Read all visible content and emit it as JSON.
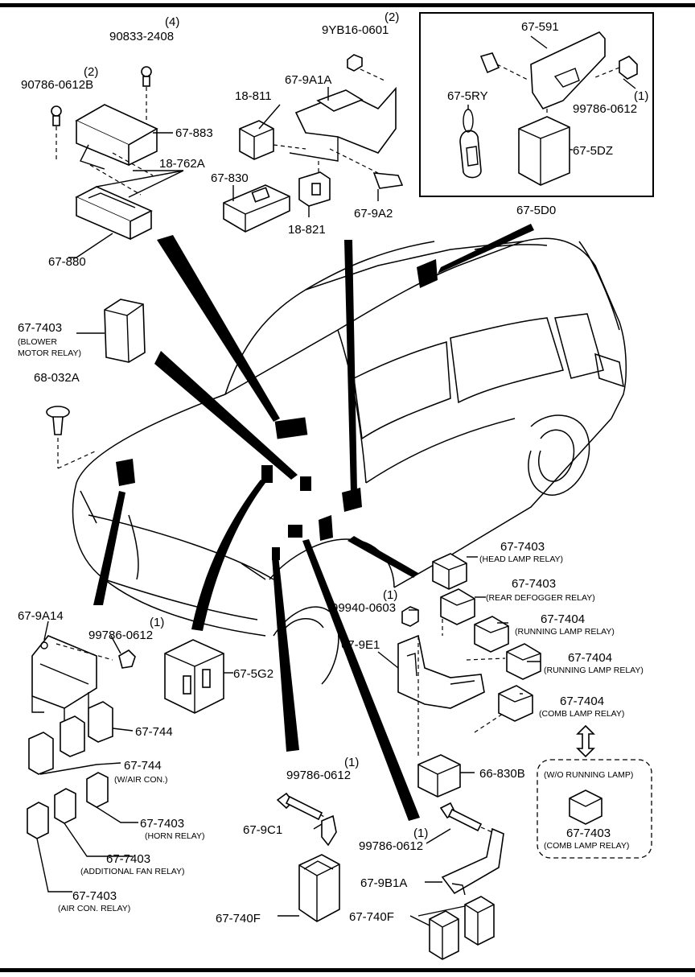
{
  "labels": {
    "p90833": "90833-2408",
    "p90833_qty": "(4)",
    "p90786": "90786-0612B",
    "p90786_qty": "(2)",
    "p67883": "67-883",
    "p18762a": "18-762A",
    "p67880": "67-880",
    "p9yb16": "9YB16-0601",
    "p9yb16_qty": "(2)",
    "p679a1a": "67-9A1A",
    "p18811": "18-811",
    "p67830": "67-830",
    "p18821": "18-821",
    "p679a2": "67-9A2",
    "p67591": "67-591",
    "p675ry": "67-5RY",
    "p99786top": "99786-0612",
    "p99786top_qty": "(1)",
    "p675dz": "67-5DZ",
    "p675d0": "67-5D0",
    "p677403_blower": "67-7403",
    "blower_note1": "(BLOWER",
    "blower_note2": "MOTOR RELAY)",
    "p68032a": "68-032A",
    "p677403_head": "67-7403",
    "head_note": "(HEAD LAMP RELAY)",
    "p677403_rear": "67-7403",
    "rear_note": "(REAR DEFOGGER RELAY)",
    "p99940": "99940-0603",
    "p99940_qty": "(1)",
    "p677404_run1": "67-7404",
    "run1_note": "(RUNNING LAMP RELAY)",
    "p679e1": "67-9E1",
    "p677404_run2": "67-7404",
    "run2_note": "(RUNNING LAMP RELAY)",
    "p677404_comb": "67-7404",
    "comb_note": "(COMB LAMP RELAY)",
    "p66830b": "66-830B",
    "wo_running": "(W/O RUNNING LAMP)",
    "p677403_comb2": "67-7403",
    "comb2_note": "(COMB LAMP RELAY)",
    "p679a14": "67-9A14",
    "p99786_left": "99786-0612",
    "p99786_left_qty": "(1)",
    "p675g2": "67-5G2",
    "p67744a": "67-744",
    "p67744b": "67-744",
    "aircon_note": "(W/AIR CON.)",
    "p677403_horn": "67-7403",
    "horn_note": "(HORN RELAY)",
    "p677403_fan": "67-7403",
    "fan_note": "(ADDITIONAL FAN RELAY)",
    "p677403_ac": "67-7403",
    "ac_note": "(AIR CON. RELAY)",
    "p99786_mid": "99786-0612",
    "p99786_mid_qty": "(1)",
    "p679c1": "67-9C1",
    "p67740f_a": "67-740F",
    "p99786_right": "99786-0612",
    "p99786_right_qty": "(1)",
    "p679b1a": "67-9B1A",
    "p67740f_b": "67-740F"
  }
}
